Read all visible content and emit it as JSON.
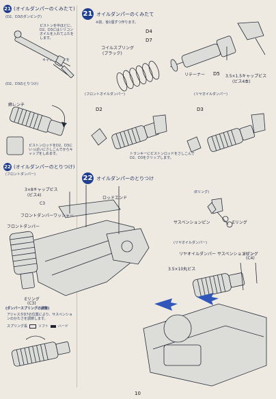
{
  "left_col": {
    "step21_header": {
      "number": "21",
      "title": "(オイルダンパーのくみたて)"
    },
    "step21_sub": "(D2、D3のダンピング)",
    "step21_note1": "ピストンを中ほどに、D2、D3にはシリコンオイルを入れてふたをします。",
    "step21_note2": "キャンプのネジを",
    "step21b_sub": "(D2、D3のとりつけ)",
    "step21b_note": "ピストンロッドをD2、D3にいっぱいにさしこんでからキャップをしめます。",
    "step21b_lbl": "締レンチ",
    "step22_header": {
      "number": "22",
      "title": "(オイルダンパーのとりつけ)"
    },
    "step22_sub": "(フロントダンパー)",
    "damper_header": "(ダンパースプリングの調整)",
    "damper_note": "アジャスタD7の位置により、サスペンションのかたさを調節します。",
    "damper_soft": "ソフト",
    "damper_hard": "ハード",
    "damper_spring": "スプリング長"
  },
  "right_col": {
    "step21_header": {
      "number": "21",
      "title": "オイルダンパーのくみたて"
    },
    "step21_note": "※前、後1個ずつ作ります。",
    "labels": {
      "D4": "D4",
      "D7": "D7",
      "coil": "コイルスプリング",
      "coil_sub": "(ブラック)",
      "retainer": "リテーナー",
      "D5": "D5",
      "cap_screw": "3.5×1.5キャップビス",
      "cap_sub": "(ビス4本)"
    },
    "front_damper_header": "(フロントオイルダンパー)",
    "rear_damper_header": "(リヤオイルダンパー)",
    "D2": "D2",
    "D3": "D3",
    "note_bottom": "トランキーにピストンロッドをさしこんでD2、D3をクリップします。",
    "step22_header": {
      "number": "22",
      "title": "オイルダンパーのとりつけ"
    },
    "e_ring": "(Eリング)",
    "suspension_pin": "サスペンションピン",
    "e_ring2": "Eリング",
    "rear_damper2_header": "(リヤオイルダンパー)",
    "lbl_rear1": "リヤオイルダンパー",
    "lbl_pin": "サスペンションピン",
    "lbl_ering": "Eリング",
    "lbl_ering_sub": "(C4)",
    "lbl_screw": "3.5×10丸ビス"
  },
  "assembly_labels": {
    "C3": "C3",
    "screw1": "3×8キャップビス",
    "screw1_sub": "(ビス4)",
    "front_damper": "フロントダンパー",
    "washer": "フロントダンパーワッシャー",
    "rod_end": "ロッドエンド",
    "e_ring": "Eリング",
    "e_ring_sub": "(C3)"
  },
  "page_number": "10"
}
